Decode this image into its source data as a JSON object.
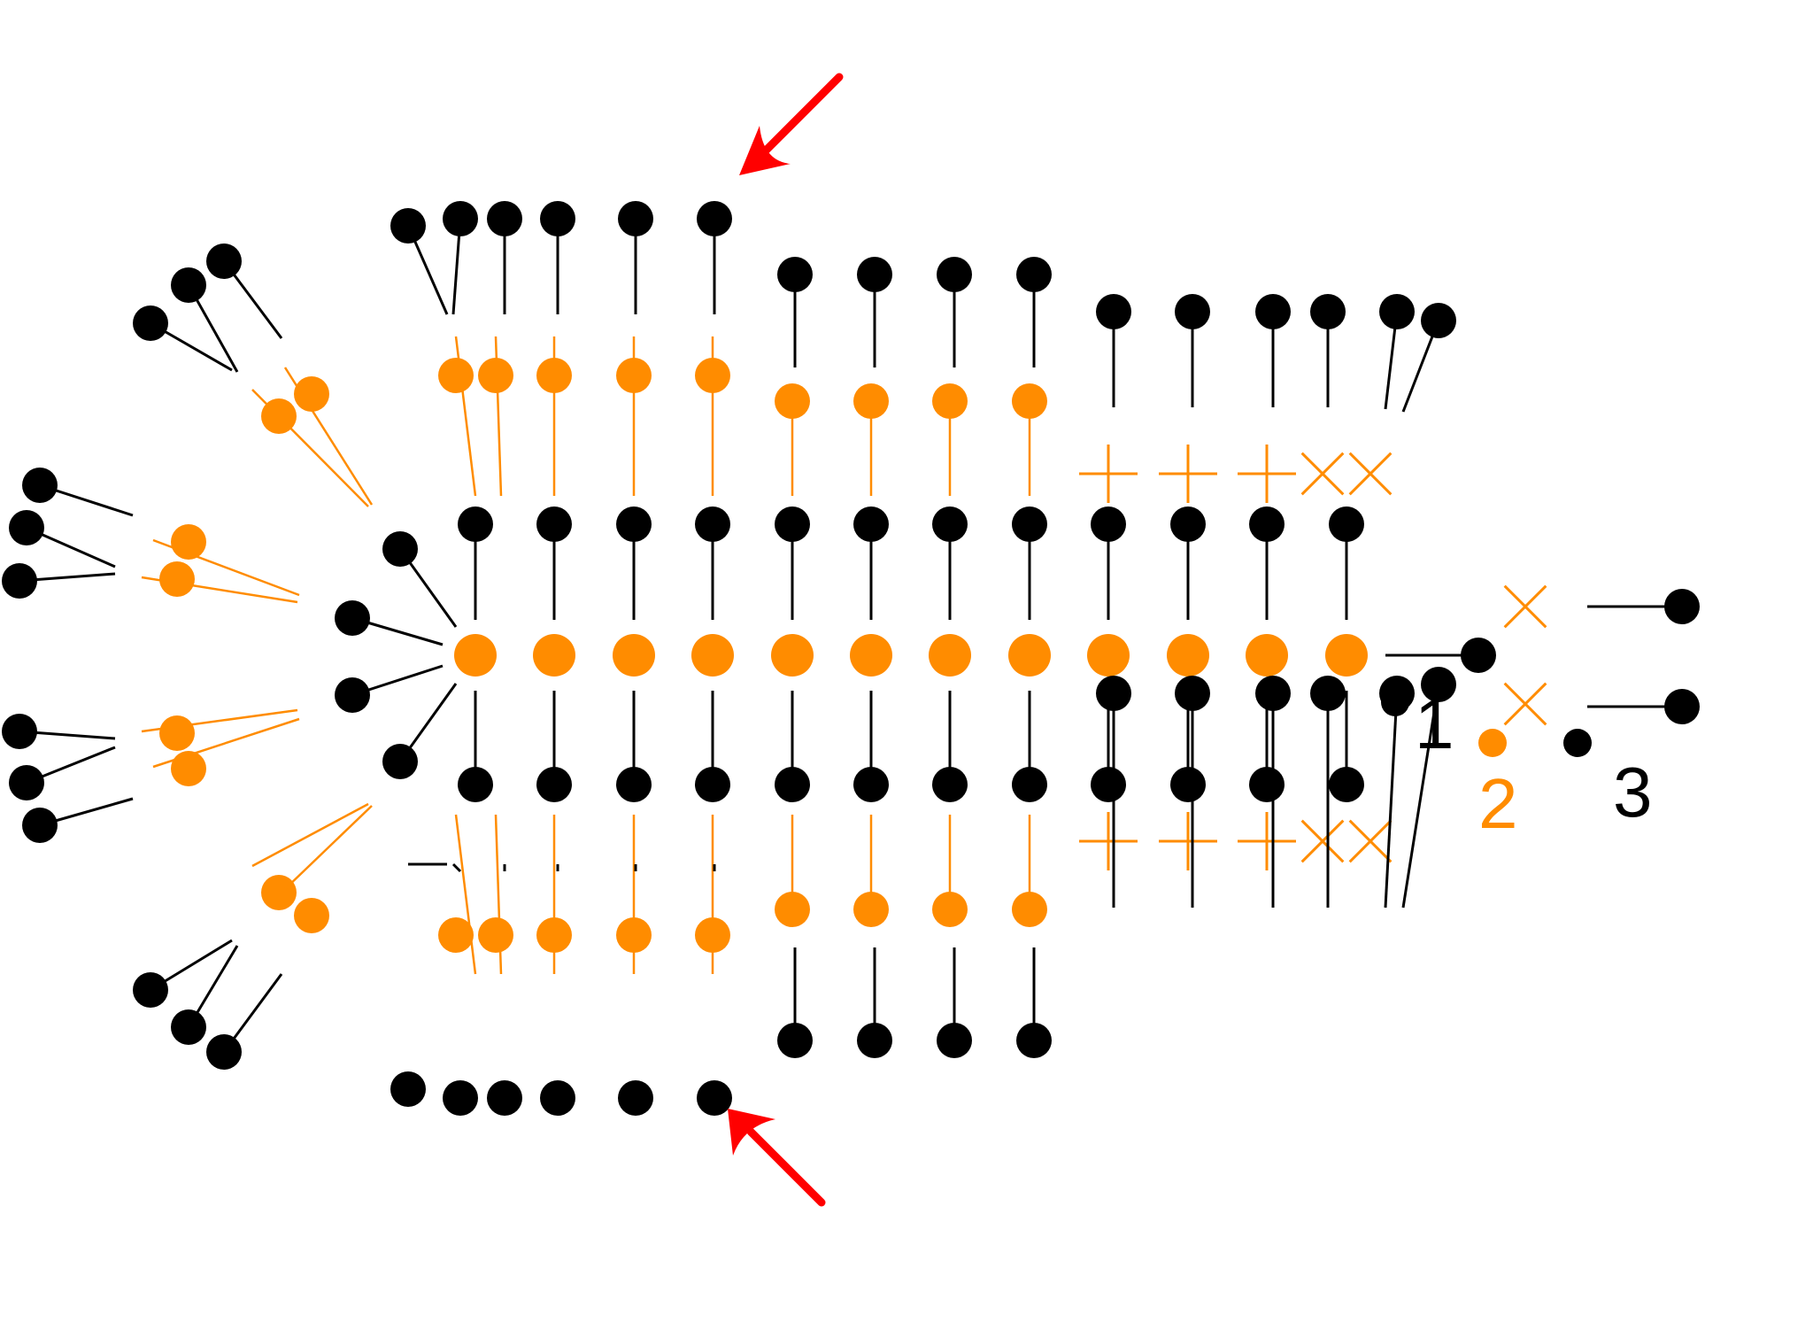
{
  "diagram": {
    "kind": "crochet stitch chart",
    "colors": {
      "round1": "#000000",
      "round2": "#ff8c00",
      "round3": "#000000",
      "arrow": "#ff0000"
    },
    "legend": [
      {
        "marker": "black-dot",
        "label": "1",
        "color": "#000000"
      },
      {
        "marker": "orange-dot",
        "label": "2",
        "color": "#ff8c00"
      },
      {
        "marker": "black-dot",
        "label": "3",
        "color": "#000000"
      }
    ],
    "arrows": [
      {
        "name": "arrow-top",
        "direction": "down-left"
      },
      {
        "name": "arrow-bottom",
        "direction": "up-left"
      }
    ]
  }
}
